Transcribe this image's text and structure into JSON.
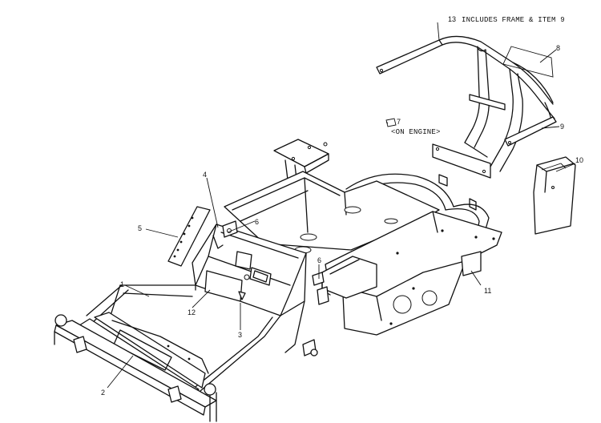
{
  "callouts": {
    "c1": "1",
    "c2": "2",
    "c3": "3",
    "c4": "4",
    "c5": "5",
    "c6a": "6",
    "c6b": "6",
    "c7": "7",
    "c8": "8",
    "c9": "9",
    "c10": "10",
    "c11": "11",
    "c12": "12",
    "c13": "13"
  },
  "notes": {
    "item13": "INCLUDES FRAME & ITEM 9",
    "item7": "<ON ENGINE>"
  }
}
